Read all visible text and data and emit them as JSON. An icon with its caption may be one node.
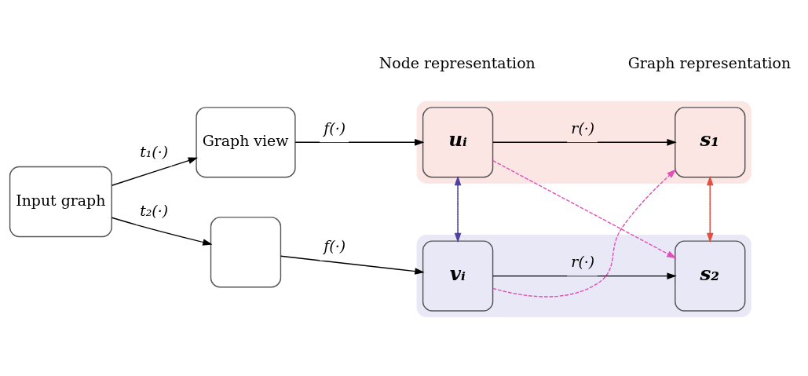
{
  "diagram": {
    "nodes": [
      {
        "text": [
          "Input graph"
        ]
      },
      {
        "text": [
          "Graph view"
        ]
      },
      {
        "text": [],
        "shape": "box"
      },
      {
        "text": [],
        "shape": "box"
      },
      {
        "text": [
          "uᵢ"
        ],
        "in": 3
      },
      {
        "text": [
          "s₁"
        ],
        "in": 3
      },
      {
        "text": [],
        "shape": "box"
      },
      {
        "text": [
          "vᵢ"
        ],
        "in": 6
      },
      {
        "text": [
          "s₂"
        ],
        "in": 6
      }
    ],
    "edges": [
      {
        "from": 0,
        "to": 1,
        "arrow": "to",
        "label": "t₁(·)"
      },
      {
        "from": 0,
        "to": 2,
        "arrow": "to",
        "label": "t₂(·)"
      },
      {
        "from": 1,
        "to": 4,
        "arrow": "to",
        "label": "f(·)"
      },
      {
        "from": 2,
        "to": 7,
        "arrow": "to",
        "label": "f(·)"
      },
      {
        "from": 4,
        "to": 5,
        "arrow": "to",
        "label": "r(·)"
      },
      {
        "from": 7,
        "to": 8,
        "arrow": "to",
        "label": "r(·)"
      },
      {
        "from": 7,
        "to": 4,
        "arrow": "to",
        "style": "dashed",
        "color": "#5040a0"
      },
      {
        "from": 4,
        "to": 7,
        "arrow": "to",
        "style": "dashed",
        "color": "#5040a0"
      },
      {
        "from": 4,
        "to": 8,
        "arrow": "to",
        "style": "dashed",
        "color": "#e050b8"
      },
      {
        "from": 7,
        "to": 5,
        "arrow": "to",
        "style": "dashed",
        "color": "#e050b8"
      },
      {
        "from": 8,
        "to": 5,
        "arrow": "to",
        "style": "dashed",
        "color": "#e05040"
      },
      {
        "from": 5,
        "to": 8,
        "arrow": "to",
        "style": "dashed",
        "color": "#e05040"
      }
    ],
    "labels": [
      "Node representation",
      "Graph representation"
    ]
  }
}
